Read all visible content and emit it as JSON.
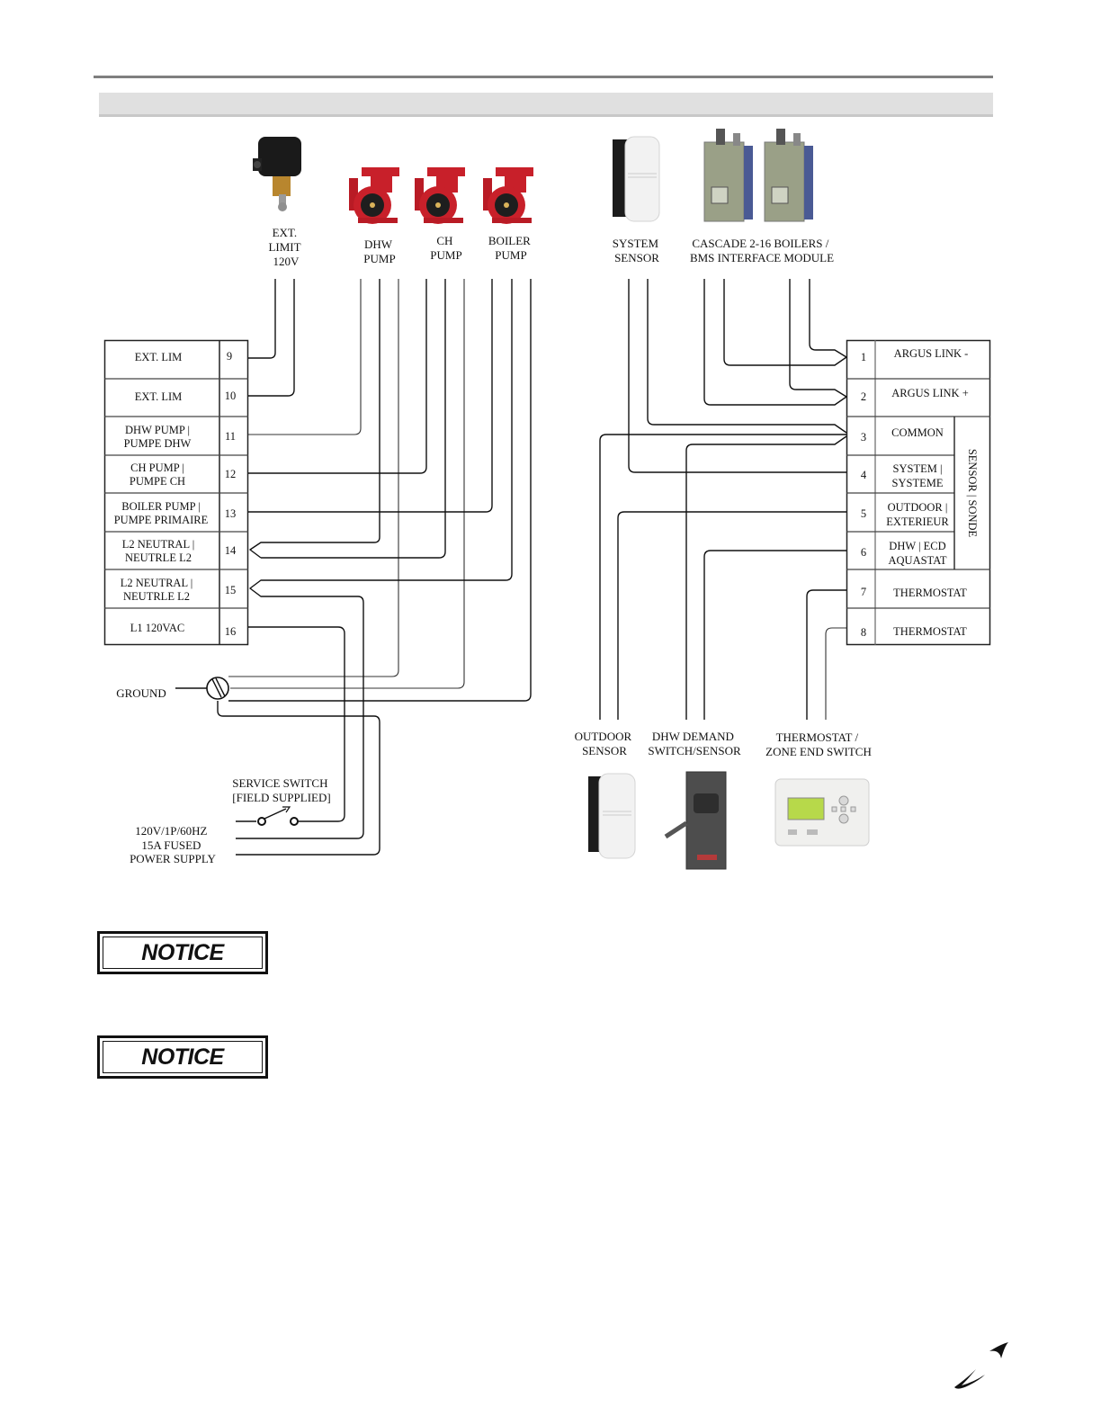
{
  "header": {
    "section_title": ""
  },
  "devices_top": {
    "ext_limit": [
      "EXT.",
      "LIMIT",
      "120V"
    ],
    "dhw_pump": [
      "DHW",
      "PUMP"
    ],
    "ch_pump": [
      "CH",
      "PUMP"
    ],
    "boiler_pump": [
      "BOILER",
      "PUMP"
    ],
    "system_sensor": [
      "SYSTEM",
      "SENSOR"
    ],
    "cascade": [
      "CASCADE 2-16 BOILERS /",
      "BMS INTERFACE MODULE"
    ]
  },
  "left_terminal_block": {
    "terminals": [
      {
        "number": "9",
        "label": [
          "EXT. LIM"
        ]
      },
      {
        "number": "10",
        "label": [
          "EXT. LIM"
        ]
      },
      {
        "number": "11",
        "label": [
          "DHW PUMP |",
          "PUMPE DHW"
        ]
      },
      {
        "number": "12",
        "label": [
          "CH PUMP |",
          "PUMPE CH"
        ]
      },
      {
        "number": "13",
        "label": [
          "BOILER PUMP |",
          "PUMPE PRIMAIRE"
        ]
      },
      {
        "number": "14",
        "label": [
          "L2 NEUTRAL |",
          "NEUTRLE L2"
        ]
      },
      {
        "number": "15",
        "label": [
          "L2 NEUTRAL |",
          "NEUTRLE L2"
        ]
      },
      {
        "number": "16",
        "label": [
          "L1 120VAC"
        ]
      }
    ]
  },
  "right_terminal_block": {
    "group_label": "SENSOR | SONDE",
    "terminals": [
      {
        "number": "1",
        "label": [
          "ARGUS LINK -"
        ]
      },
      {
        "number": "2",
        "label": [
          "ARGUS LINK +"
        ]
      },
      {
        "number": "3",
        "label": [
          "COMMON"
        ]
      },
      {
        "number": "4",
        "label": [
          "SYSTEM |",
          "SYSTEME"
        ]
      },
      {
        "number": "5",
        "label": [
          "OUTDOOR |",
          "EXTERIEUR"
        ]
      },
      {
        "number": "6",
        "label": [
          "DHW | ECD",
          "AQUASTAT"
        ]
      },
      {
        "number": "7",
        "label": [
          "THERMOSTAT"
        ]
      },
      {
        "number": "8",
        "label": [
          "THERMOSTAT"
        ]
      }
    ]
  },
  "power": {
    "ground_label": "GROUND",
    "service_switch": [
      "SERVICE SWITCH",
      "[FIELD SUPPLIED]"
    ],
    "supply": [
      "120V/1P/60HZ",
      "15A FUSED",
      "POWER SUPPLY"
    ]
  },
  "devices_bottom": {
    "outdoor_sensor": [
      "OUTDOOR",
      "SENSOR"
    ],
    "dhw_demand": [
      "DHW DEMAND",
      "SWITCH/SENSOR"
    ],
    "thermostat": [
      "THERMOSTAT /",
      "ZONE END SWITCH"
    ]
  },
  "notices": [
    {
      "label": "NOTICE"
    },
    {
      "label": "NOTICE"
    }
  ],
  "colors": {
    "pump_red": "#c8202a",
    "boiler_body": "#9aa087",
    "boiler_side": "#4a5a94",
    "sensor_white": "#f2f2f2",
    "thermostat_lcd": "#b7d94a"
  }
}
